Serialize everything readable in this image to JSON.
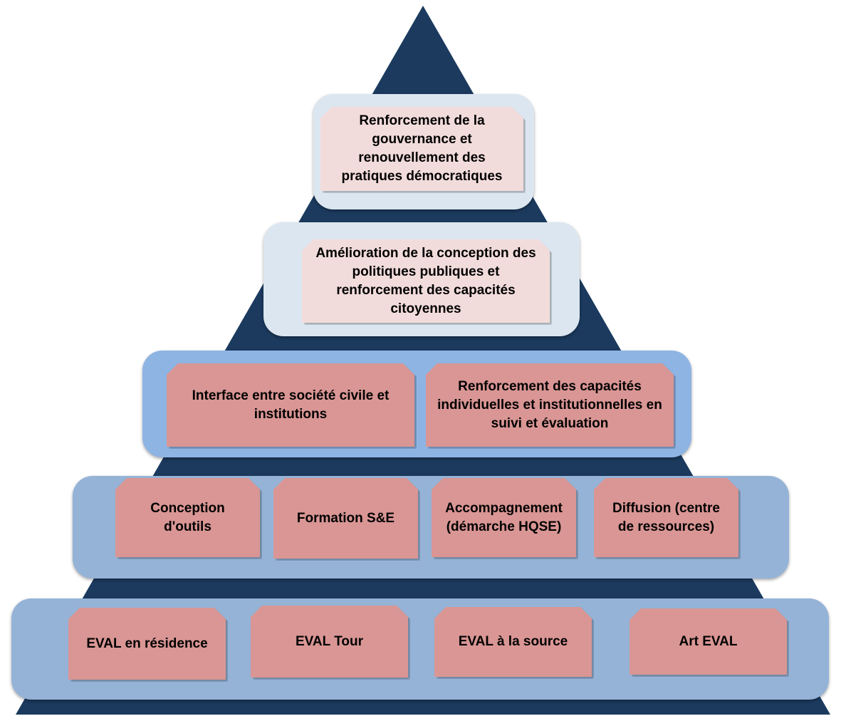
{
  "colors": {
    "pyramid": "#1b3a5e",
    "top_band": "#dce6f0",
    "middle_band": "#8eb4e3",
    "lower_band": "#95b3d7",
    "top_card": "#f2dcdb",
    "lower_card": "#d99694"
  },
  "levels": {
    "level1": {
      "text": "Renforcement de la gouvernance et renouvellement des pratiques démocratiques"
    },
    "level2": {
      "text": "Amélioration de la conception des politiques publiques et renforcement des capacités citoyennes"
    },
    "level3": [
      {
        "text": "Interface entre société civile et institutions"
      },
      {
        "text": "Renforcement des capacités individuelles et institutionnelles en suivi et évaluation"
      }
    ],
    "level4": [
      {
        "text": "Conception d'outils"
      },
      {
        "text": "Formation S&E"
      },
      {
        "text": "Accompagnement (démarche HQSE)"
      },
      {
        "text": "Diffusion (centre de ressources)"
      }
    ],
    "level5": [
      {
        "text": "EVAL en résidence"
      },
      {
        "text": "EVAL Tour"
      },
      {
        "text": "EVAL à la source"
      },
      {
        "text": "Art EVAL"
      }
    ]
  }
}
